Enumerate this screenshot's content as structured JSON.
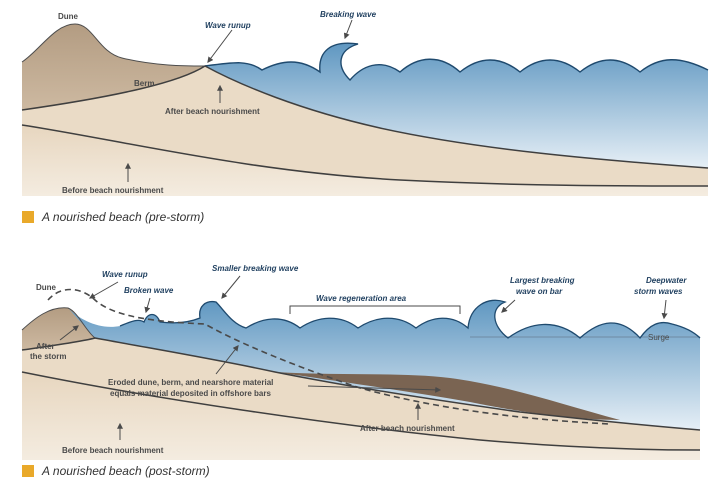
{
  "colors": {
    "sand_dark": "#b59f86",
    "sand_light": "#eadbc6",
    "water": "#5f97c1",
    "water_light": "#e6eff6",
    "deposit": "#7a6452",
    "line": "#3f3f3f",
    "swatch": "#e9a92a"
  },
  "top": {
    "labels": {
      "dune": "Dune",
      "berm": "Berm",
      "wave_runup": "Wave runup",
      "breaking_wave": "Breaking wave",
      "after": "After beach nourishment",
      "before": "Before beach nourishment"
    },
    "caption": "A nourished beach (pre-storm)"
  },
  "bottom": {
    "labels": {
      "dune": "Dune",
      "wave_runup": "Wave runup",
      "broken_wave": "Broken wave",
      "smaller_breaking_wave": "Smaller breaking wave",
      "wave_regeneration_area": "Wave regeneration area",
      "largest_breaking_1": "Largest breaking",
      "largest_breaking_2": "wave on bar",
      "deepwater_1": "Deepwater",
      "deepwater_2": "storm waves",
      "surge": "Surge",
      "after_storm_1": "After",
      "after_storm_2": "the storm",
      "eroded_1": "Eroded dune, berm, and nearshore material",
      "eroded_2": "equals material deposited in offshore bars",
      "after": "After beach nourishment",
      "before": "Before beach nourishment"
    },
    "caption": "A nourished beach (post-storm)"
  }
}
